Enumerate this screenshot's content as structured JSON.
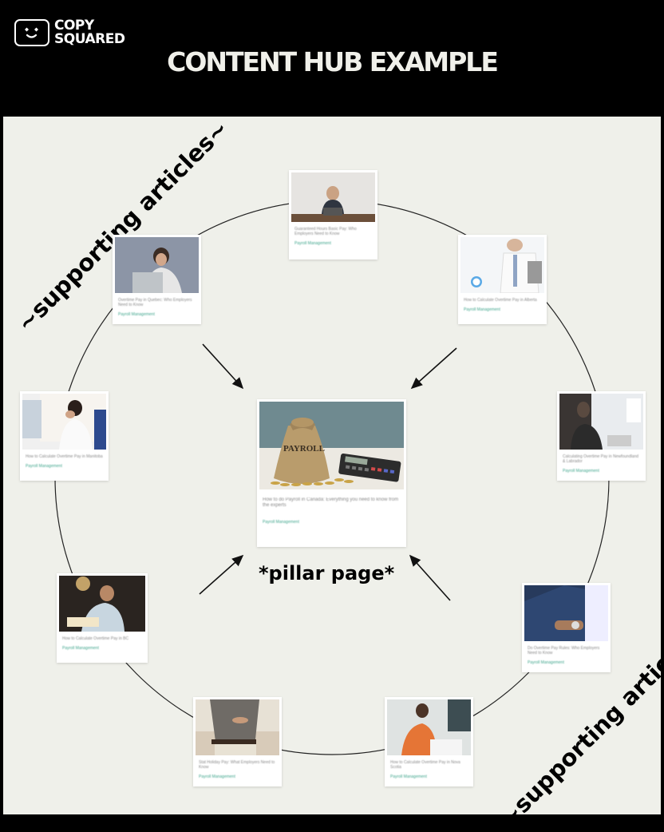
{
  "brand": {
    "line1": "COPY",
    "line2": "SQUARED"
  },
  "title": "CONTENT HUB EXAMPLE",
  "labels": {
    "pillar": "*pillar page*",
    "supporting_top": "~supporting articles~",
    "supporting_bottom": "~supporting articles~"
  },
  "pillar": {
    "bag_text": "PAYROLL",
    "caption": "How to do Payroll in Canada: Everything you need to know from the experts",
    "tag": "Payroll Management"
  },
  "articles": [
    {
      "caption": "Guaranteed Hours Basic Pay: Who Employers Need to Know",
      "tag": "Payroll Management"
    },
    {
      "caption": "How to Calculate Overtime Pay in Alberta",
      "tag": "Payroll Management"
    },
    {
      "caption": "Calculating Overtime Pay in Newfoundland & Labrador",
      "tag": "Payroll Management"
    },
    {
      "caption": "Do Overtime Pay Rules: Who Employers Need to Know",
      "tag": "Payroll Management"
    },
    {
      "caption": "How to Calculate Overtime Pay in Nova Scotia",
      "tag": "Payroll Management"
    },
    {
      "caption": "Stat Holiday Pay: What Employers Need to Know",
      "tag": "Payroll Management"
    },
    {
      "caption": "How to Calculate Overtime Pay in BC",
      "tag": "Payroll Management"
    },
    {
      "caption": "How to Calculate Overtime Pay in Manitoba",
      "tag": "Payroll Management"
    },
    {
      "caption": "Overtime Pay in Quebec: Who Employers Need to Know",
      "tag": "Payroll Management"
    }
  ]
}
